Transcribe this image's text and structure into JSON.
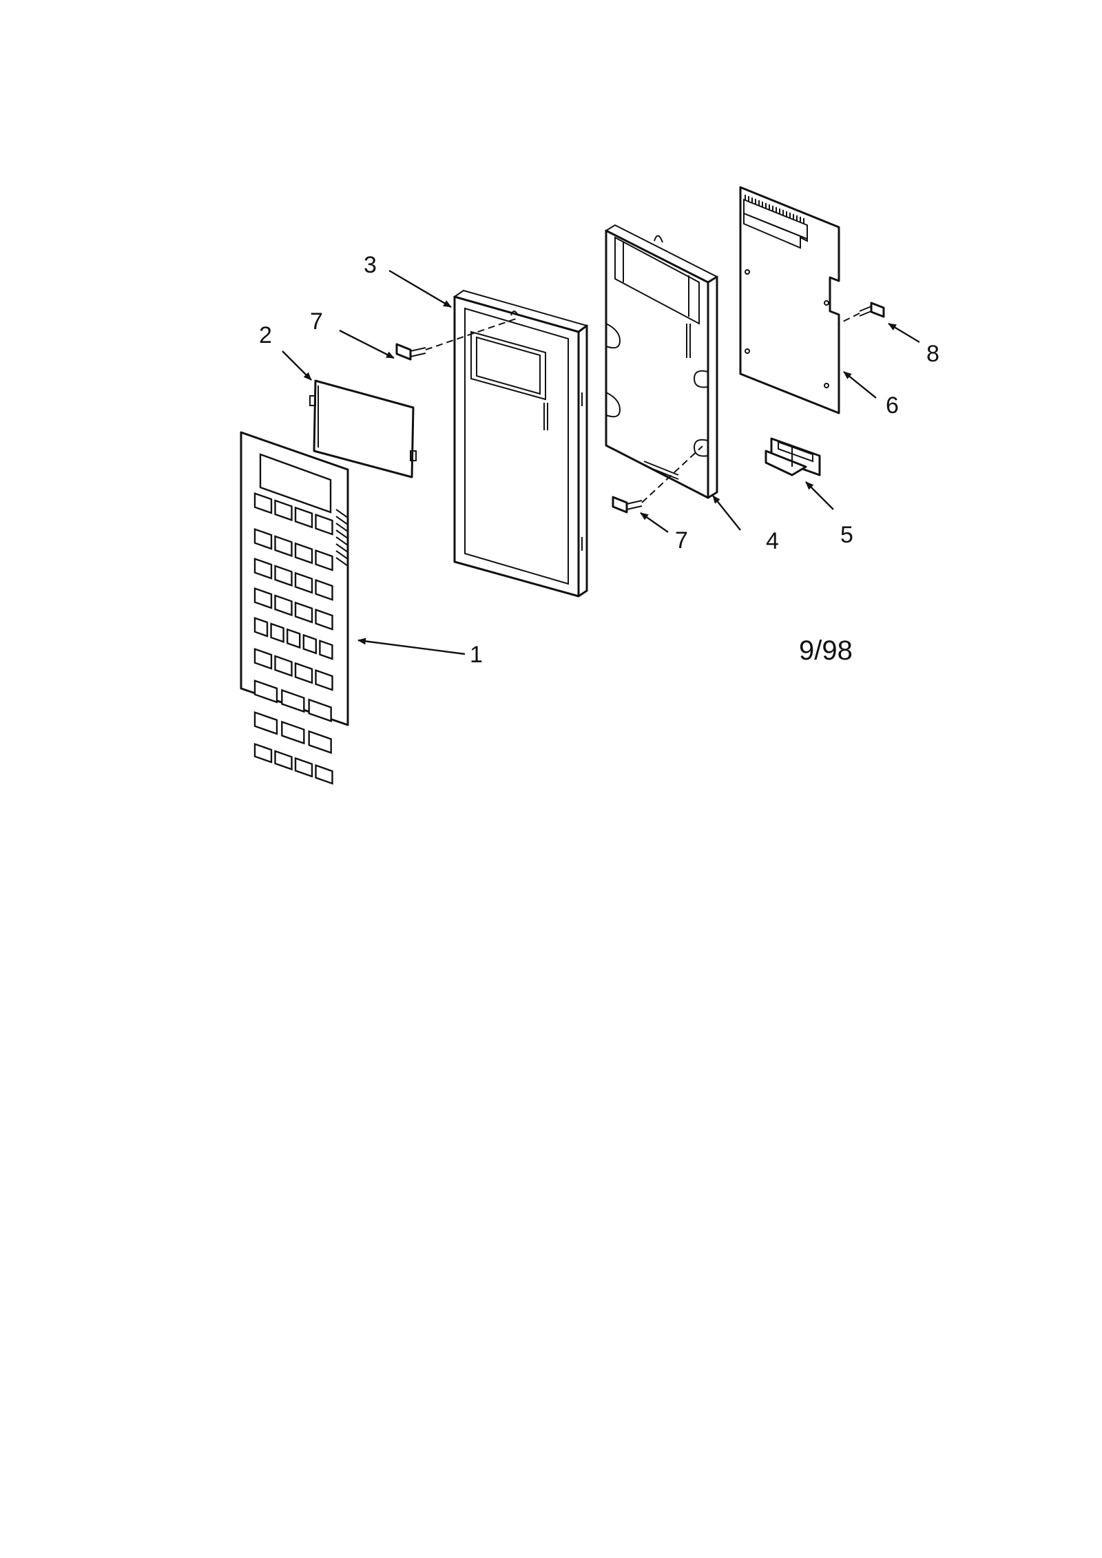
{
  "diagram": {
    "callouts": [
      "1",
      "2",
      "3",
      "4",
      "5",
      "6",
      "7",
      "7",
      "8"
    ],
    "date_code": "9/98"
  }
}
